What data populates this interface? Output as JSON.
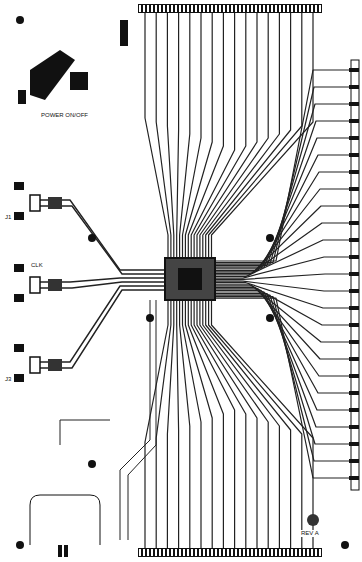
{
  "diagram": {
    "labels": [
      "POWER ON/OFF",
      "J1",
      "CLK",
      "J3",
      "REV A"
    ]
  }
}
